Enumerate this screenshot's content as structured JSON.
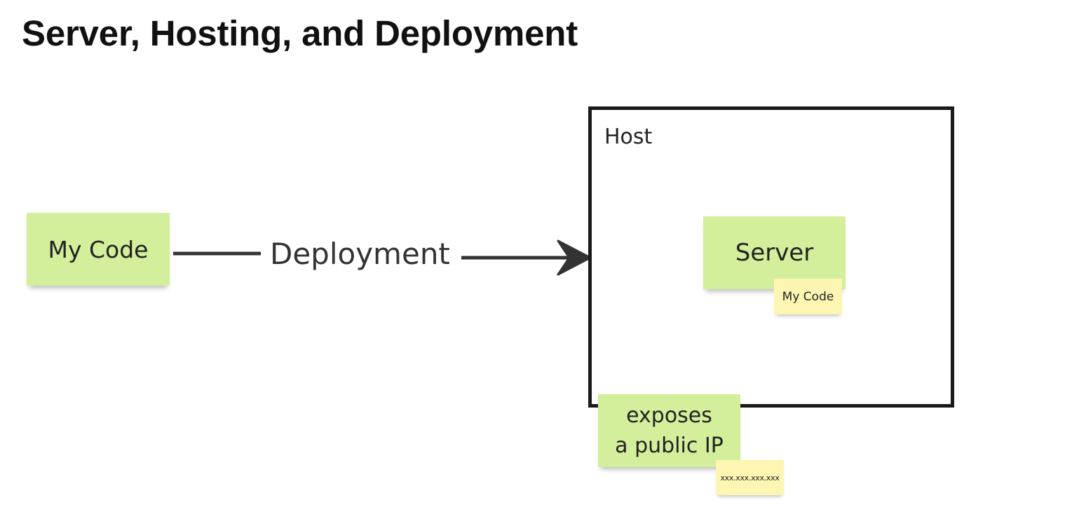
{
  "page": {
    "title": "Server, Hosting, and Deployment"
  },
  "diagram": {
    "source_note": {
      "label": "My Code",
      "color": "#d4ef9b"
    },
    "edge": {
      "label": "Deployment"
    },
    "host": {
      "label": "Host",
      "server_note": {
        "label": "Server",
        "color": "#d4ef9b"
      },
      "server_code_note": {
        "label": "My Code",
        "color": "#fdf6b2"
      }
    },
    "public_ip_note": {
      "line1": "exposes",
      "line2": "a public IP",
      "color": "#d4ef9b"
    },
    "ip_note": {
      "label": "xxx.xxx.xxx.xxx",
      "color": "#fdf6b2"
    }
  }
}
